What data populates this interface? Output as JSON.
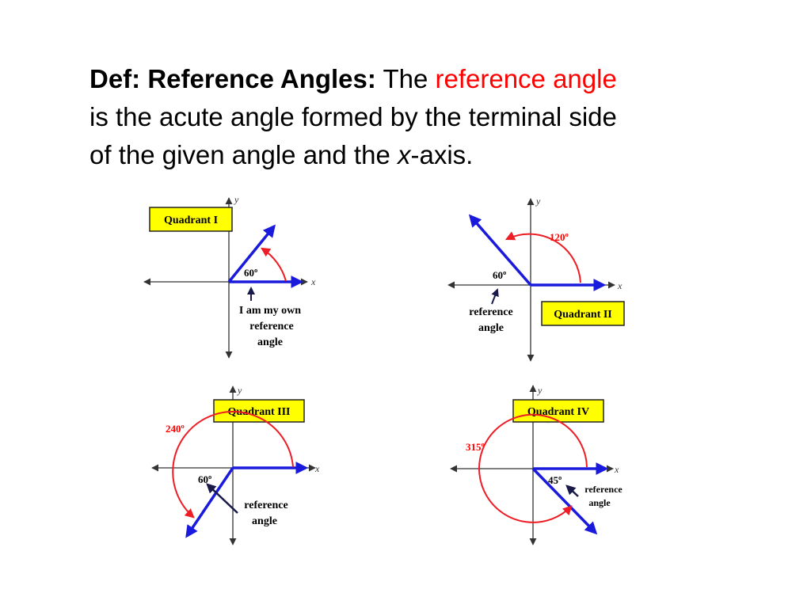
{
  "definition": {
    "term": "Def: Reference Angles:",
    "lead": "The",
    "highlight": "reference angle",
    "line2": "is the acute angle formed by the terminal side",
    "line3_prefix": "of the given angle and the",
    "variable": "x",
    "line3_suffix": "-axis."
  },
  "colors": {
    "highlight": "#ff0000",
    "terminal_side": "#1a1adc",
    "arc": "#ee1c24",
    "label_box": "#ffff00"
  },
  "diagrams": [
    {
      "quadrant_label": "Quadrant I",
      "angle_label": "60º",
      "note_lines": [
        "I am my own",
        "reference",
        "angle"
      ],
      "axis_x": "x",
      "axis_y": "y"
    },
    {
      "quadrant_label": "Quadrant II",
      "angle_label": "120º",
      "reference_label": "60º",
      "note_lines": [
        "reference",
        "angle"
      ],
      "axis_x": "x",
      "axis_y": "y"
    },
    {
      "quadrant_label": "Quadrant III",
      "angle_label": "240º",
      "reference_label": "60º",
      "note_lines": [
        "reference",
        "angle"
      ],
      "axis_x": "x",
      "axis_y": "y"
    },
    {
      "quadrant_label": "Quadrant IV",
      "angle_label": "315º",
      "reference_label": "45º",
      "note_lines": [
        "reference",
        "angle"
      ],
      "axis_x": "x",
      "axis_y": "y"
    }
  ]
}
